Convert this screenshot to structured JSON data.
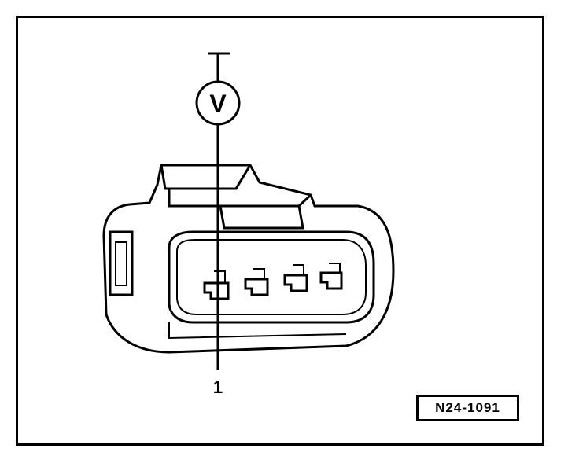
{
  "meter": {
    "symbol": "V"
  },
  "callouts": [
    {
      "label": "1"
    }
  ],
  "figure_ref": "N24-1091",
  "colors": {
    "line": "#000000",
    "background": "#ffffff"
  },
  "icons": [
    "voltmeter-icon",
    "connector-icon",
    "ground-terminal-icon"
  ]
}
